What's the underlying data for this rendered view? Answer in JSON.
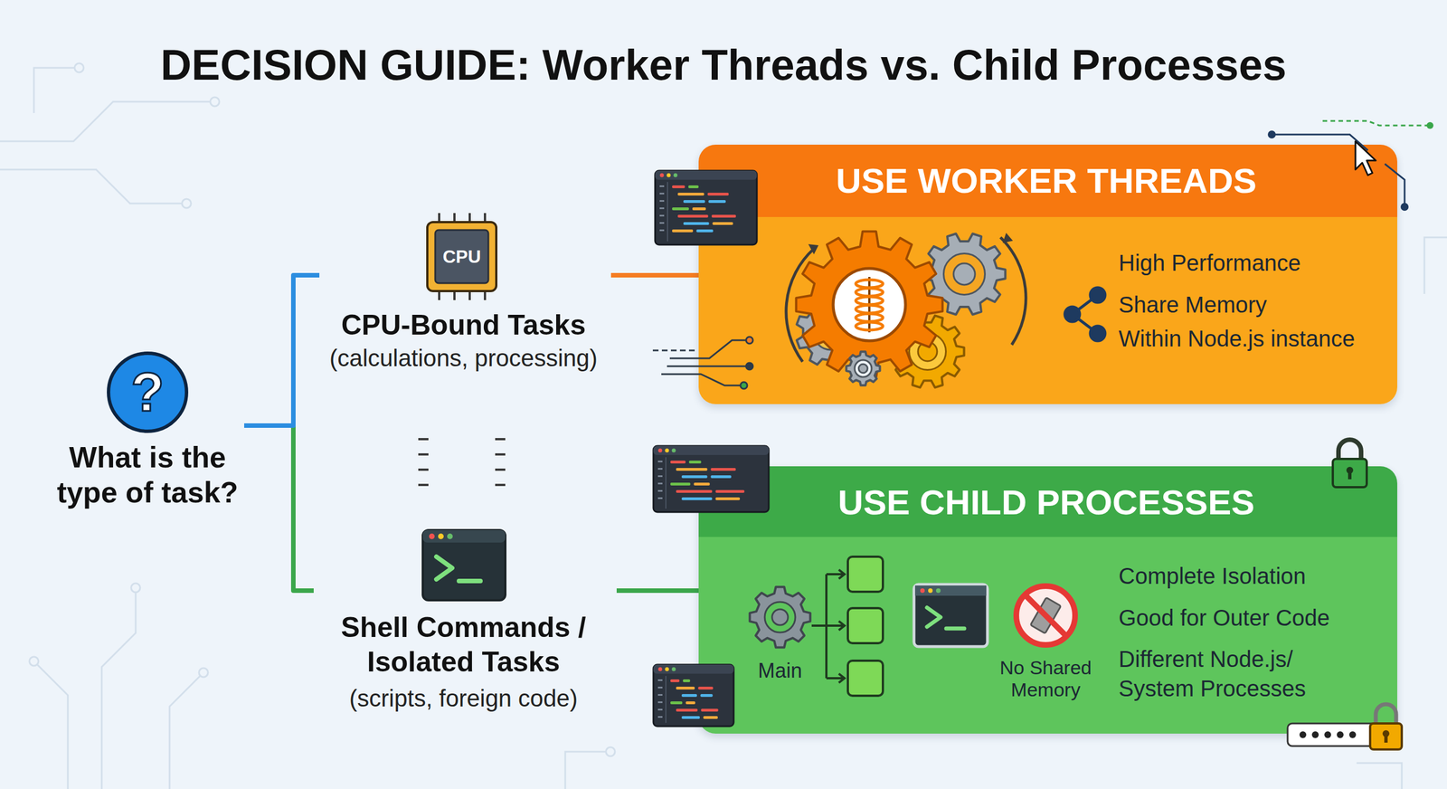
{
  "diagram": {
    "title": "DECISION GUIDE: Worker Threads vs. Child Processes",
    "nodes": [
      {
        "text": [
          "?",
          "What is the type of task?"
        ]
      },
      {
        "text": [
          "CPU",
          "CPU-Bound Tasks",
          "(calculations, processing)"
        ]
      },
      {
        "text": [
          "Shell Commands / Isolated Tasks",
          "(scripts, foreign code)"
        ]
      },
      {
        "text": [
          "USE WORKER THREADS",
          "High Performance",
          "Share Memory",
          "Within Node.js instance"
        ]
      },
      {
        "text": [
          "USE CHILD PROCESSES",
          "Main",
          "No Shared Memory",
          "Complete Isolation",
          "Good for Outer Code",
          "Different Node.js/ System Processes"
        ]
      }
    ],
    "edges": [
      {
        "from": 0,
        "to": 1,
        "arrow": "none"
      },
      {
        "from": 0,
        "to": 2,
        "arrow": "none"
      },
      {
        "from": 1,
        "to": 3,
        "arrow": "none"
      },
      {
        "from": 2,
        "to": 4,
        "arrow": "none"
      }
    ]
  }
}
